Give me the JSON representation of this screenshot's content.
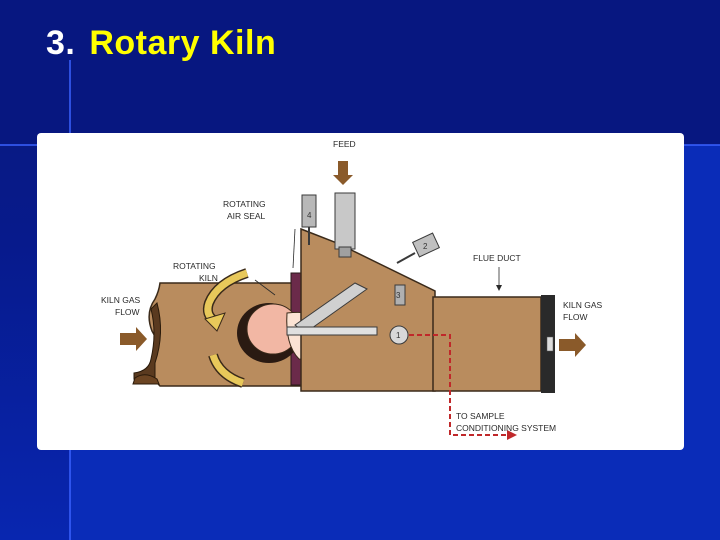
{
  "slide": {
    "number": "3.",
    "title": "Rotary Kiln"
  },
  "diagram": {
    "labels": {
      "feed": "FEED",
      "rotating_air_seal_line1": "ROTATING",
      "rotating_air_seal_line2": "AIR SEAL",
      "rotating_kiln_line1": "ROTATING",
      "rotating_kiln_line2": "KILN",
      "flue_duct": "FLUE DUCT",
      "kiln_gas_flow_left_line1": "KILN GAS",
      "kiln_gas_flow_left_line2": "FLOW",
      "kiln_gas_flow_right_line1": "KILN GAS",
      "kiln_gas_flow_right_line2": "FLOW",
      "to_sample_line1": "TO SAMPLE",
      "to_sample_line2": "CONDITIONING SYSTEM"
    },
    "callouts": [
      "1",
      "2",
      "3",
      "4"
    ],
    "colors": {
      "kiln_body": "#b98c5e",
      "outline": "#3a2a1a",
      "arrow": "#8a5a2a",
      "sample_line": "#c0282a",
      "title": "#ffff00"
    }
  }
}
